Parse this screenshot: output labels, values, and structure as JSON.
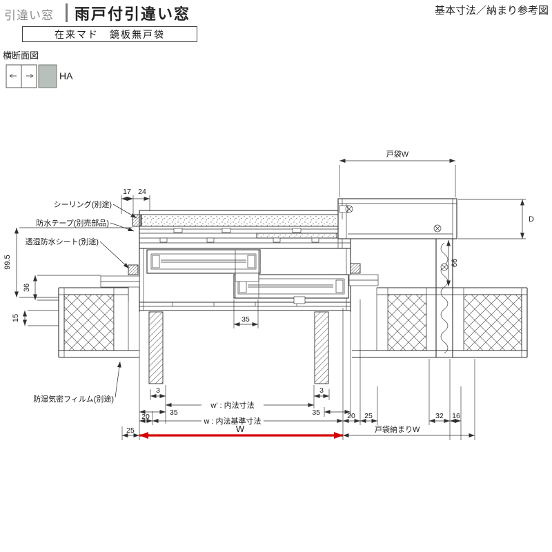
{
  "header": {
    "category": "引違い窓",
    "title": "雨戸付引違い窓",
    "reference": "基本寸法／納まり参考図",
    "subtitle": "在来マド　鏡板無戸袋",
    "section": "横断面図"
  },
  "icon": {
    "label": "HA"
  },
  "callouts": {
    "sealing": "シーリング(別途)",
    "tape": "防水テープ(別売部品)",
    "sheet": "透湿防水シート(別途)",
    "film": "防湿気密フィルム(別途)"
  },
  "dims": {
    "top_a": "17",
    "top_b": "24",
    "pocket_w": "戸袋W",
    "depth": "D",
    "h66": "66",
    "v99": "99.5",
    "v36": "36",
    "v15": "15",
    "c35": "35",
    "gap3_l": "3",
    "gap3_r": "3",
    "w_inner": "w′ : 内法寸法",
    "m35_l": "35",
    "m35_r": "35",
    "m20_l": "20",
    "w_base": "w : 内法基準寸法",
    "m20_r": "20",
    "m25_r": "25",
    "m32": "32",
    "m16": "16",
    "m25_l": "25",
    "w_label": "W",
    "pocket_fit": "戸袋納まりW"
  },
  "colors": {
    "accent": "#d40000",
    "icon_panel": "#b7c0ba"
  }
}
